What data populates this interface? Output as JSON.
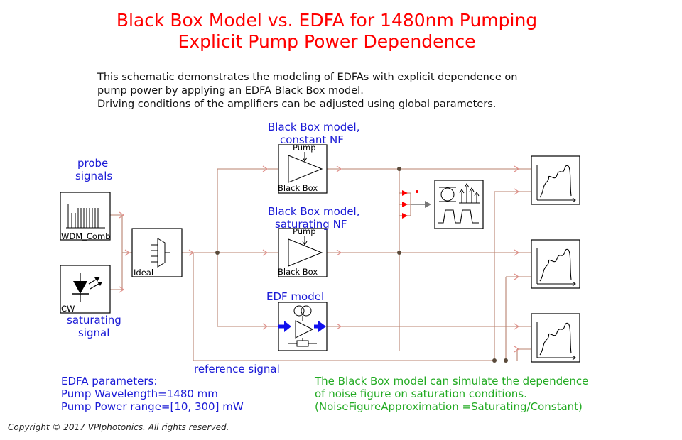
{
  "title": {
    "line1": "Black Box Model vs. EDFA for 1480nm Pumping",
    "line2": "Explicit Pump Power Dependence"
  },
  "description": {
    "line1": "This schematic demonstrates the modeling of EDFAs with explicit dependence on",
    "line2": "pump power by applying an EDFA Black Box model.",
    "line3": "Driving conditions of the amplifiers can be adjusted using global parameters."
  },
  "labels": {
    "probe_line1": "probe",
    "probe_line2": "signals",
    "saturating_line1": "saturating",
    "saturating_line2": "signal",
    "bb_const_line1": "Black Box model,",
    "bb_const_line2": "constant NF",
    "bb_sat_line1": "Black Box model,",
    "bb_sat_line2": "saturating NF",
    "edf_model": "EDF model",
    "reference_signal": "reference signal"
  },
  "blocks": {
    "wdm_comb": "WDM_Comb",
    "cw": "CW",
    "ideal": "Ideal",
    "pump1": "Pump",
    "blackbox1": "Black Box",
    "pump2": "Pump",
    "blackbox2": "Black Box"
  },
  "parameters": {
    "heading": "EDFA parameters:",
    "pump_wavelength": "Pump Wavelength=1480 mm",
    "pump_power": "Pump Power range=[10, 300] mW"
  },
  "note": {
    "line1": "The Black Box model can simulate the dependence",
    "line2": "of noise figure on saturation conditions.",
    "line3": "(NoiseFigureApproximation =Saturating/Constant)"
  },
  "copyright": "Copyright © 2017 VPIphotonics. All rights reserved.",
  "colors": {
    "title": "#ff0000",
    "annotation": "#1a1ad6",
    "note": "#22aa22",
    "wire": "#b9826e",
    "arrow": "#e0908a",
    "red_arrows": "#ff0000"
  }
}
